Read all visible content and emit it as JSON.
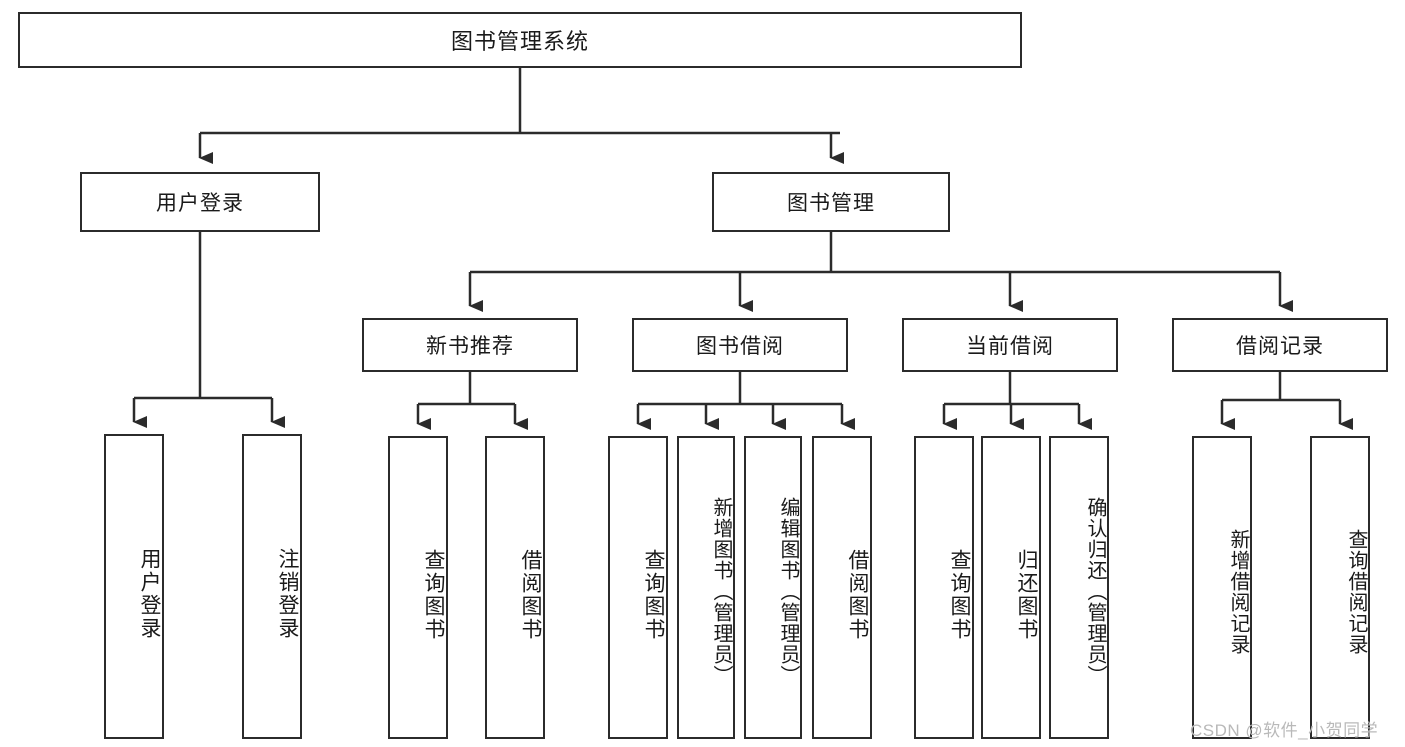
{
  "diagram": {
    "title": "图书管理系统",
    "type": "tree-hierarchy",
    "colors": {
      "box_border": "#2b2b2b",
      "box_fill": "#ffffff",
      "connector": "#2b2b2b",
      "text": "#1a1a1a",
      "watermark": "#b9b9b9",
      "background": "#ffffff"
    },
    "watermark": "CSDN @软件_小贺同学"
  },
  "nodes": {
    "root": {
      "label": "图书管理系统"
    },
    "level2": [
      {
        "label": "用户登录"
      },
      {
        "label": "图书管理"
      }
    ],
    "level3": [
      {
        "label": "新书推荐"
      },
      {
        "label": "图书借阅"
      },
      {
        "label": "当前借阅"
      },
      {
        "label": "借阅记录"
      }
    ],
    "leaves": {
      "user_login": [
        {
          "label": "用户登录"
        },
        {
          "label": "注销登录"
        }
      ],
      "new_book_recommend": [
        {
          "label": "查询图书"
        },
        {
          "label": "借阅图书"
        }
      ],
      "book_borrow": [
        {
          "label": "查询图书"
        },
        {
          "label": "新增图书（管理员）"
        },
        {
          "label": "编辑图书（管理员）"
        },
        {
          "label": "借阅图书"
        }
      ],
      "current_borrow": [
        {
          "label": "查询图书"
        },
        {
          "label": "归还图书"
        },
        {
          "label": "确认归还（管理员）"
        }
      ],
      "borrow_record": [
        {
          "label": "新增借阅记录"
        },
        {
          "label": "查询借阅记录"
        }
      ]
    }
  }
}
